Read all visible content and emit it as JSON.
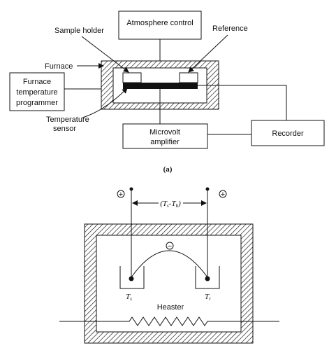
{
  "diagram_a": {
    "atmosphere_control": "Atmosphere control",
    "sample_holder": "Sample holder",
    "reference": "Reference",
    "furnace": "Furnace",
    "programmer_lines": [
      "Furnace",
      "temperature",
      "programmer"
    ],
    "sensor_lines": [
      "Temperature",
      "sensor"
    ],
    "amplifier_lines": [
      "Microvolt",
      "amplifier"
    ],
    "recorder": "Recorder",
    "caption": "(a)"
  },
  "diagram_b": {
    "plus_left": "+",
    "plus_right": "+",
    "minus": "−",
    "diff_open": "(T",
    "diff_sub1": "s",
    "diff_mid": "-T",
    "diff_sub2": "b",
    "diff_close": ")",
    "ts_main": "T",
    "ts_sub": "s",
    "tr_main": "T",
    "tr_sub": "r",
    "heater": "Heaster"
  }
}
